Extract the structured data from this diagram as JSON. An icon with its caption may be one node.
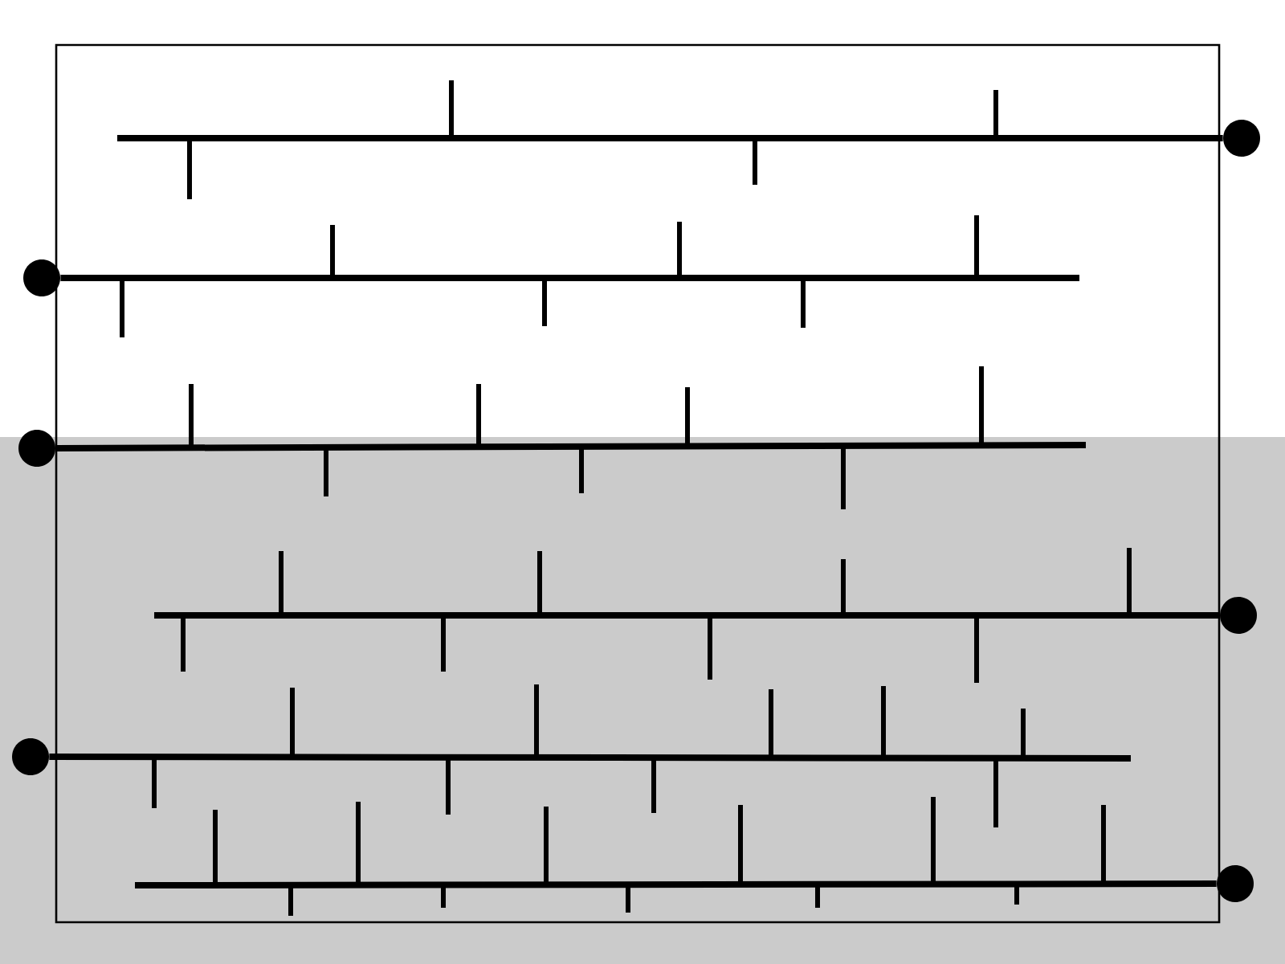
{
  "diagram": {
    "nodes": [
      {
        "text": [],
        "shape": "circle"
      },
      {
        "text": [],
        "shape": "circle"
      },
      {
        "text": [],
        "shape": "circle"
      },
      {
        "text": [],
        "shape": "circle"
      },
      {
        "text": [],
        "shape": "circle"
      },
      {
        "text": [],
        "shape": "circle"
      }
    ],
    "edges": [
      {
        "from": 0,
        "to": null,
        "arrow": "none"
      },
      {
        "from": 1,
        "to": null,
        "arrow": "none"
      },
      {
        "from": 2,
        "to": null,
        "arrow": "none"
      },
      {
        "from": 3,
        "to": null,
        "arrow": "none"
      },
      {
        "from": 4,
        "to": null,
        "arrow": "none"
      },
      {
        "from": 5,
        "to": null,
        "arrow": "none"
      }
    ]
  }
}
